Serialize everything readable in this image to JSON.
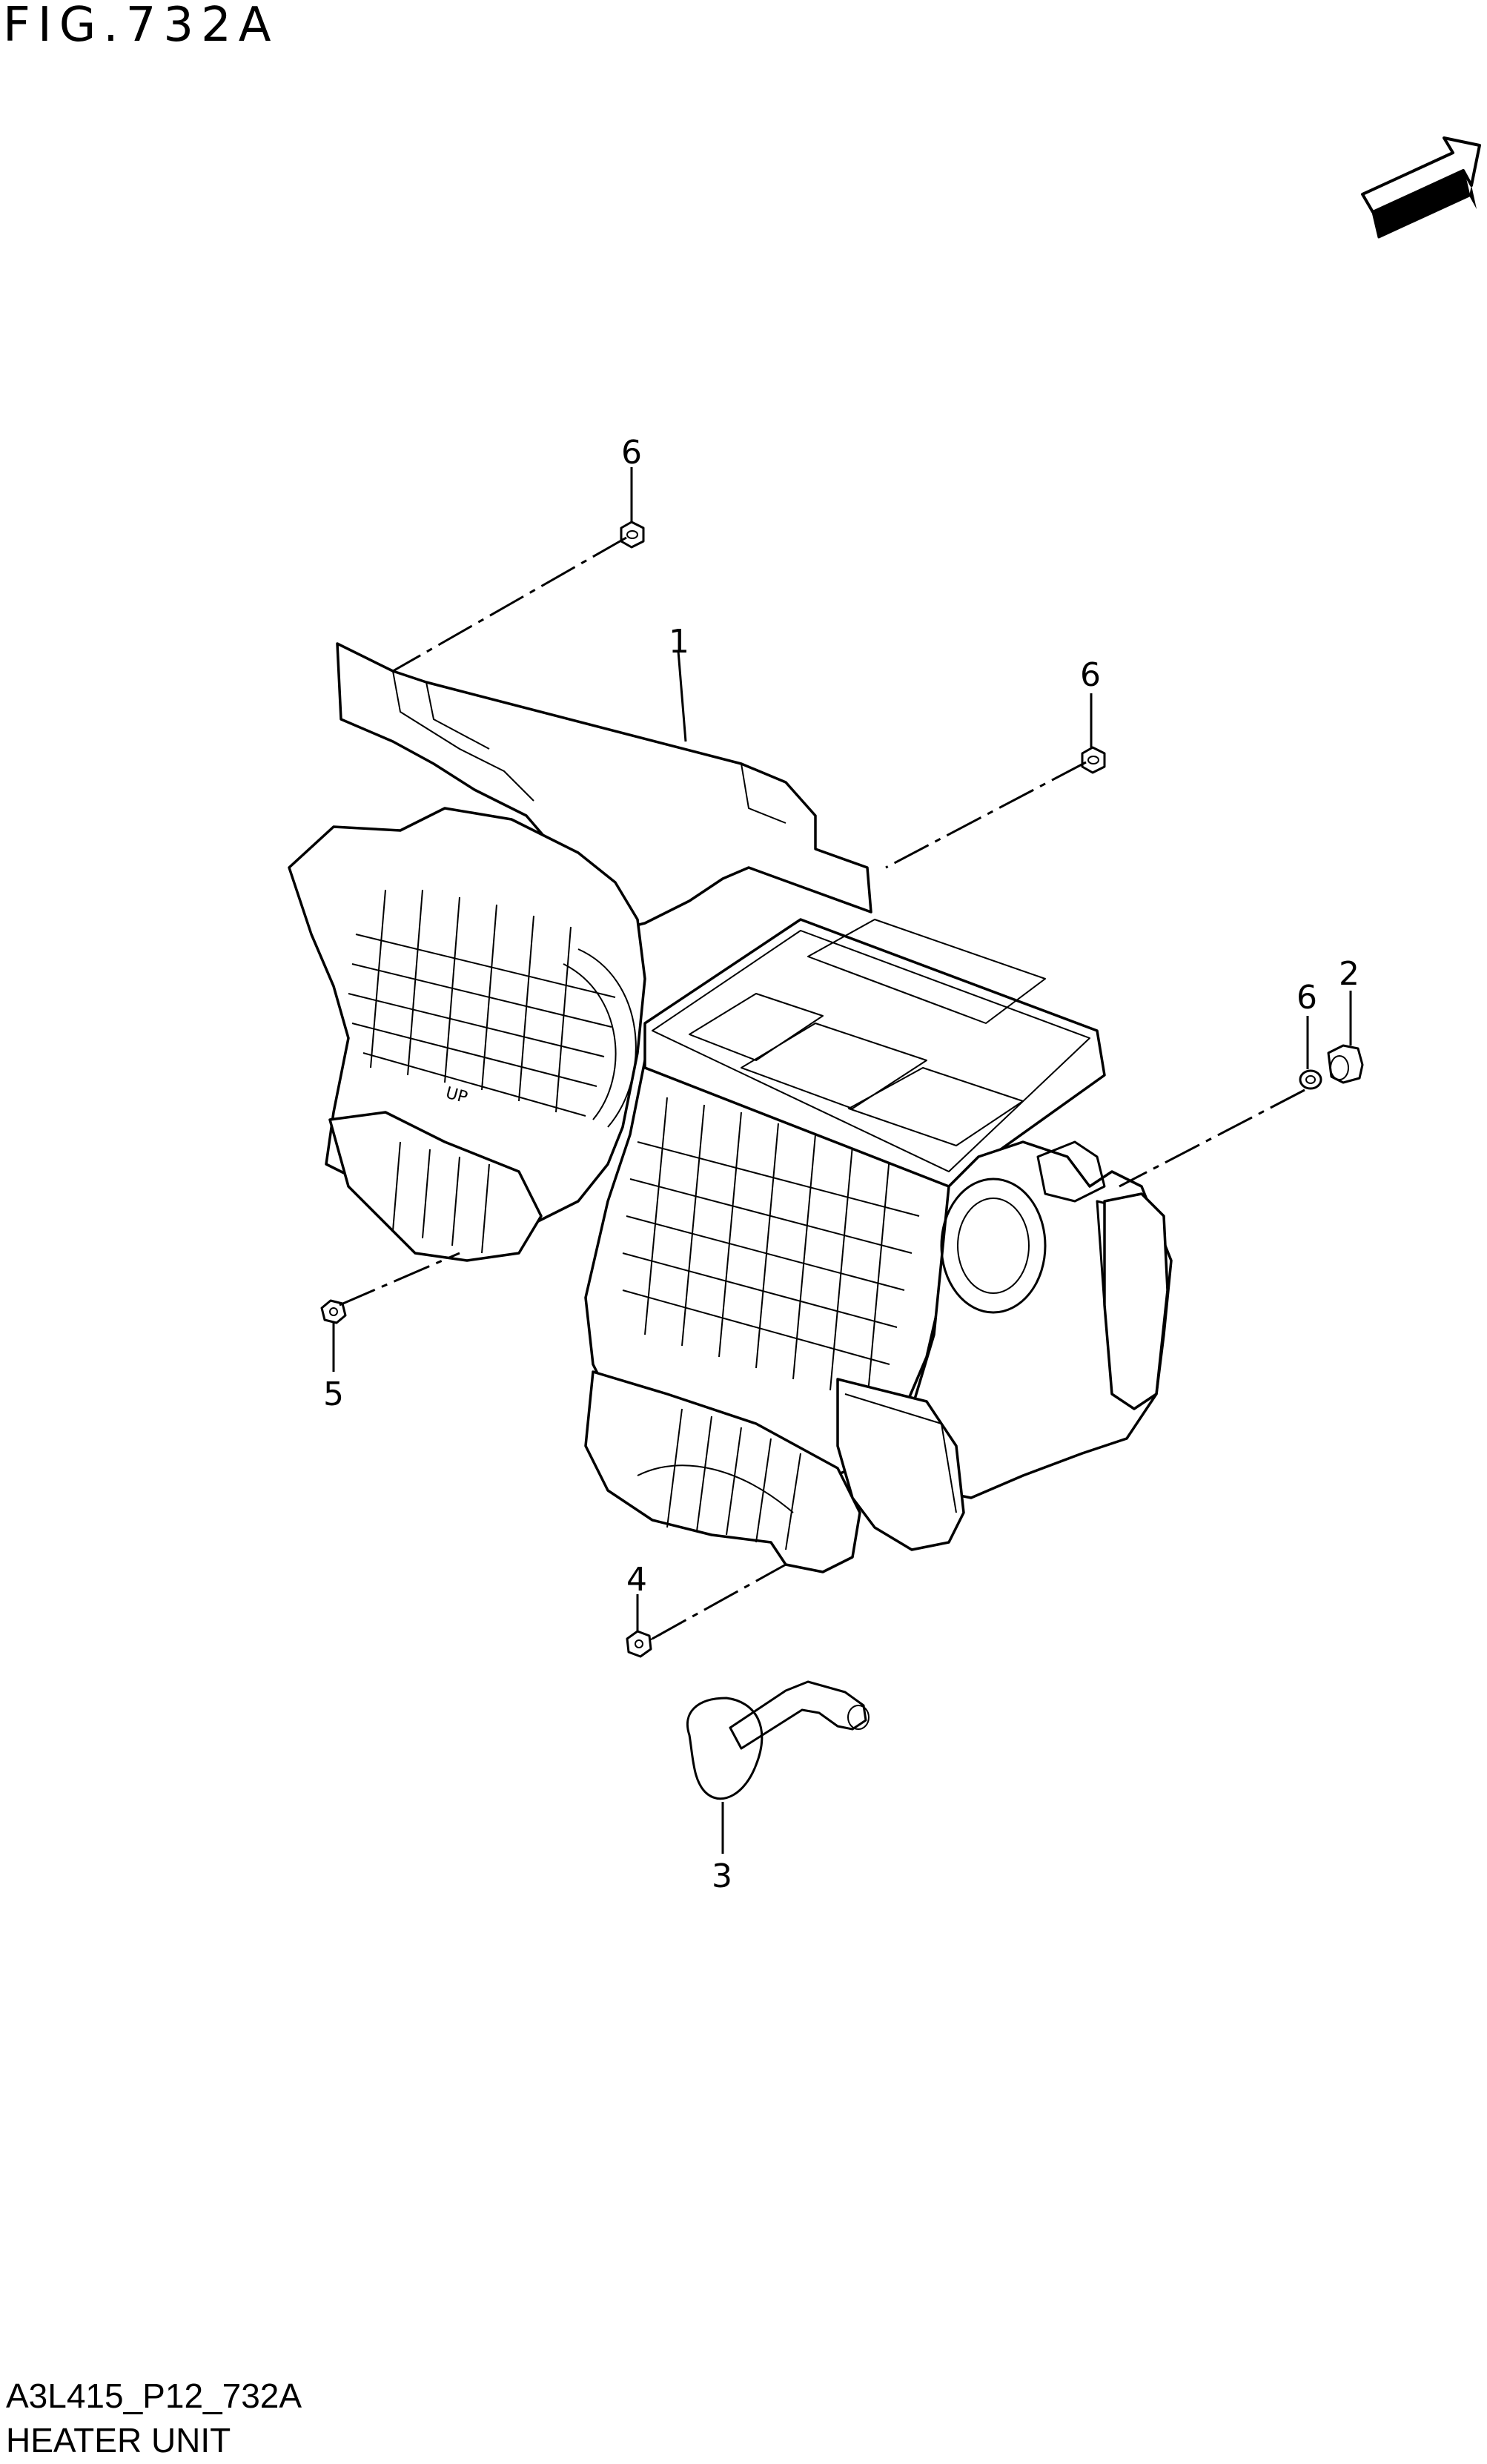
{
  "figure": {
    "title": "FIG.732A",
    "code": "A3L415_P12_732A",
    "name": "HEATER UNIT"
  },
  "fwd_badge": {
    "label": "FWD",
    "icon": "fwd-arrow-icon"
  },
  "callouts": [
    {
      "id": "main-heater-unit",
      "number": "1"
    },
    {
      "id": "cap",
      "number": "2"
    },
    {
      "id": "hose",
      "number": "3"
    },
    {
      "id": "screw",
      "number": "4"
    },
    {
      "id": "nut-left",
      "number": "5"
    },
    {
      "id": "grommet-top",
      "number": "6"
    },
    {
      "id": "grommet-right-upper",
      "number": "6"
    },
    {
      "id": "grommet-right",
      "number": "6"
    }
  ]
}
